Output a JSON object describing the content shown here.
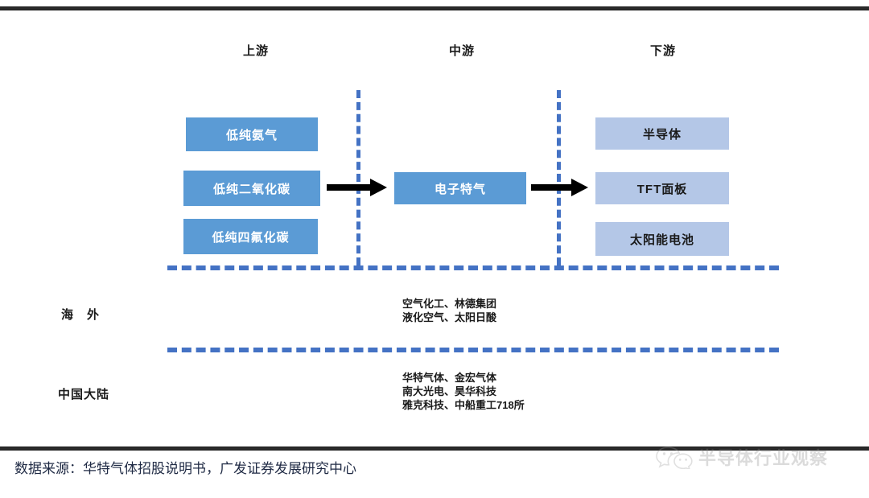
{
  "figure": {
    "title_bar": "",
    "stages": [
      {
        "id": "upstream",
        "label": "上游"
      },
      {
        "id": "midstream",
        "label": "中游"
      },
      {
        "id": "downstream",
        "label": "下游"
      }
    ],
    "upstream_nodes": [
      {
        "label": "低纯氨气"
      },
      {
        "label": "低纯二氧化碳"
      },
      {
        "label": "低纯四氟化碳"
      }
    ],
    "midstream_nodes": [
      {
        "label": "电子特气"
      }
    ],
    "downstream_nodes": [
      {
        "label": "半导体"
      },
      {
        "label": "TFT面板"
      },
      {
        "label": "太阳能电池"
      }
    ],
    "arrows": [
      {
        "name": "arrow-upstream-to-midstream"
      },
      {
        "name": "arrow-midstream-to-downstream"
      }
    ],
    "regions": [
      {
        "id": "overseas",
        "label": "海　外",
        "companies": [
          "空气化工、林德集团",
          "液化空气、太阳日酸"
        ]
      },
      {
        "id": "mainland-china",
        "label": "中国大陆",
        "companies": [
          "华特气体、金宏气体",
          "南大光电、昊华科技",
          "雅克科技、中船重工718所"
        ]
      }
    ],
    "source_note": "数据来源：华特气体招股说明书，广发证券发展研究中心",
    "watermark": {
      "icon": "wechat-icon",
      "text": "半导体行业观察"
    },
    "colors": {
      "upstream_box": "#5B9BD5",
      "midstream_box": "#5B9BD5",
      "downstream_box": "#B4C7E7",
      "dashed_line": "#4472C4",
      "arrow": "#000000",
      "rule": "#2b2b2b",
      "source_text": "#1f2a44"
    }
  }
}
